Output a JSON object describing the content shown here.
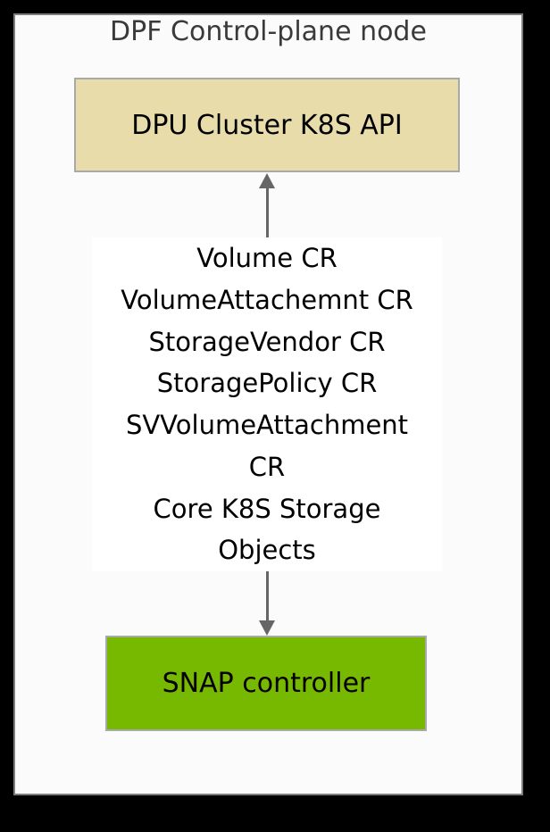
{
  "diagram": {
    "title": "DPF Control-plane node",
    "api_box": {
      "label": "DPU Cluster K8S API"
    },
    "cr_block": {
      "lines": [
        "Volume CR",
        "VolumeAttachemnt CR",
        "StorageVendor CR",
        "StoragePolicy CR",
        "SVVolumeAttachment",
        "CR",
        "Core K8S Storage",
        "Objects"
      ]
    },
    "controller_box": {
      "label": "SNAP controller"
    },
    "colors": {
      "canvas_bg": "#000000",
      "frame_bg": "#fbfbfb",
      "frame_border": "#7d7d7d",
      "box_border": "#a9a9a9",
      "api_fill": "#e8dcab",
      "controller_fill": "#76b900",
      "arrow": "#666666",
      "title_text": "#3a3a3a",
      "box_text": "#000000"
    }
  }
}
